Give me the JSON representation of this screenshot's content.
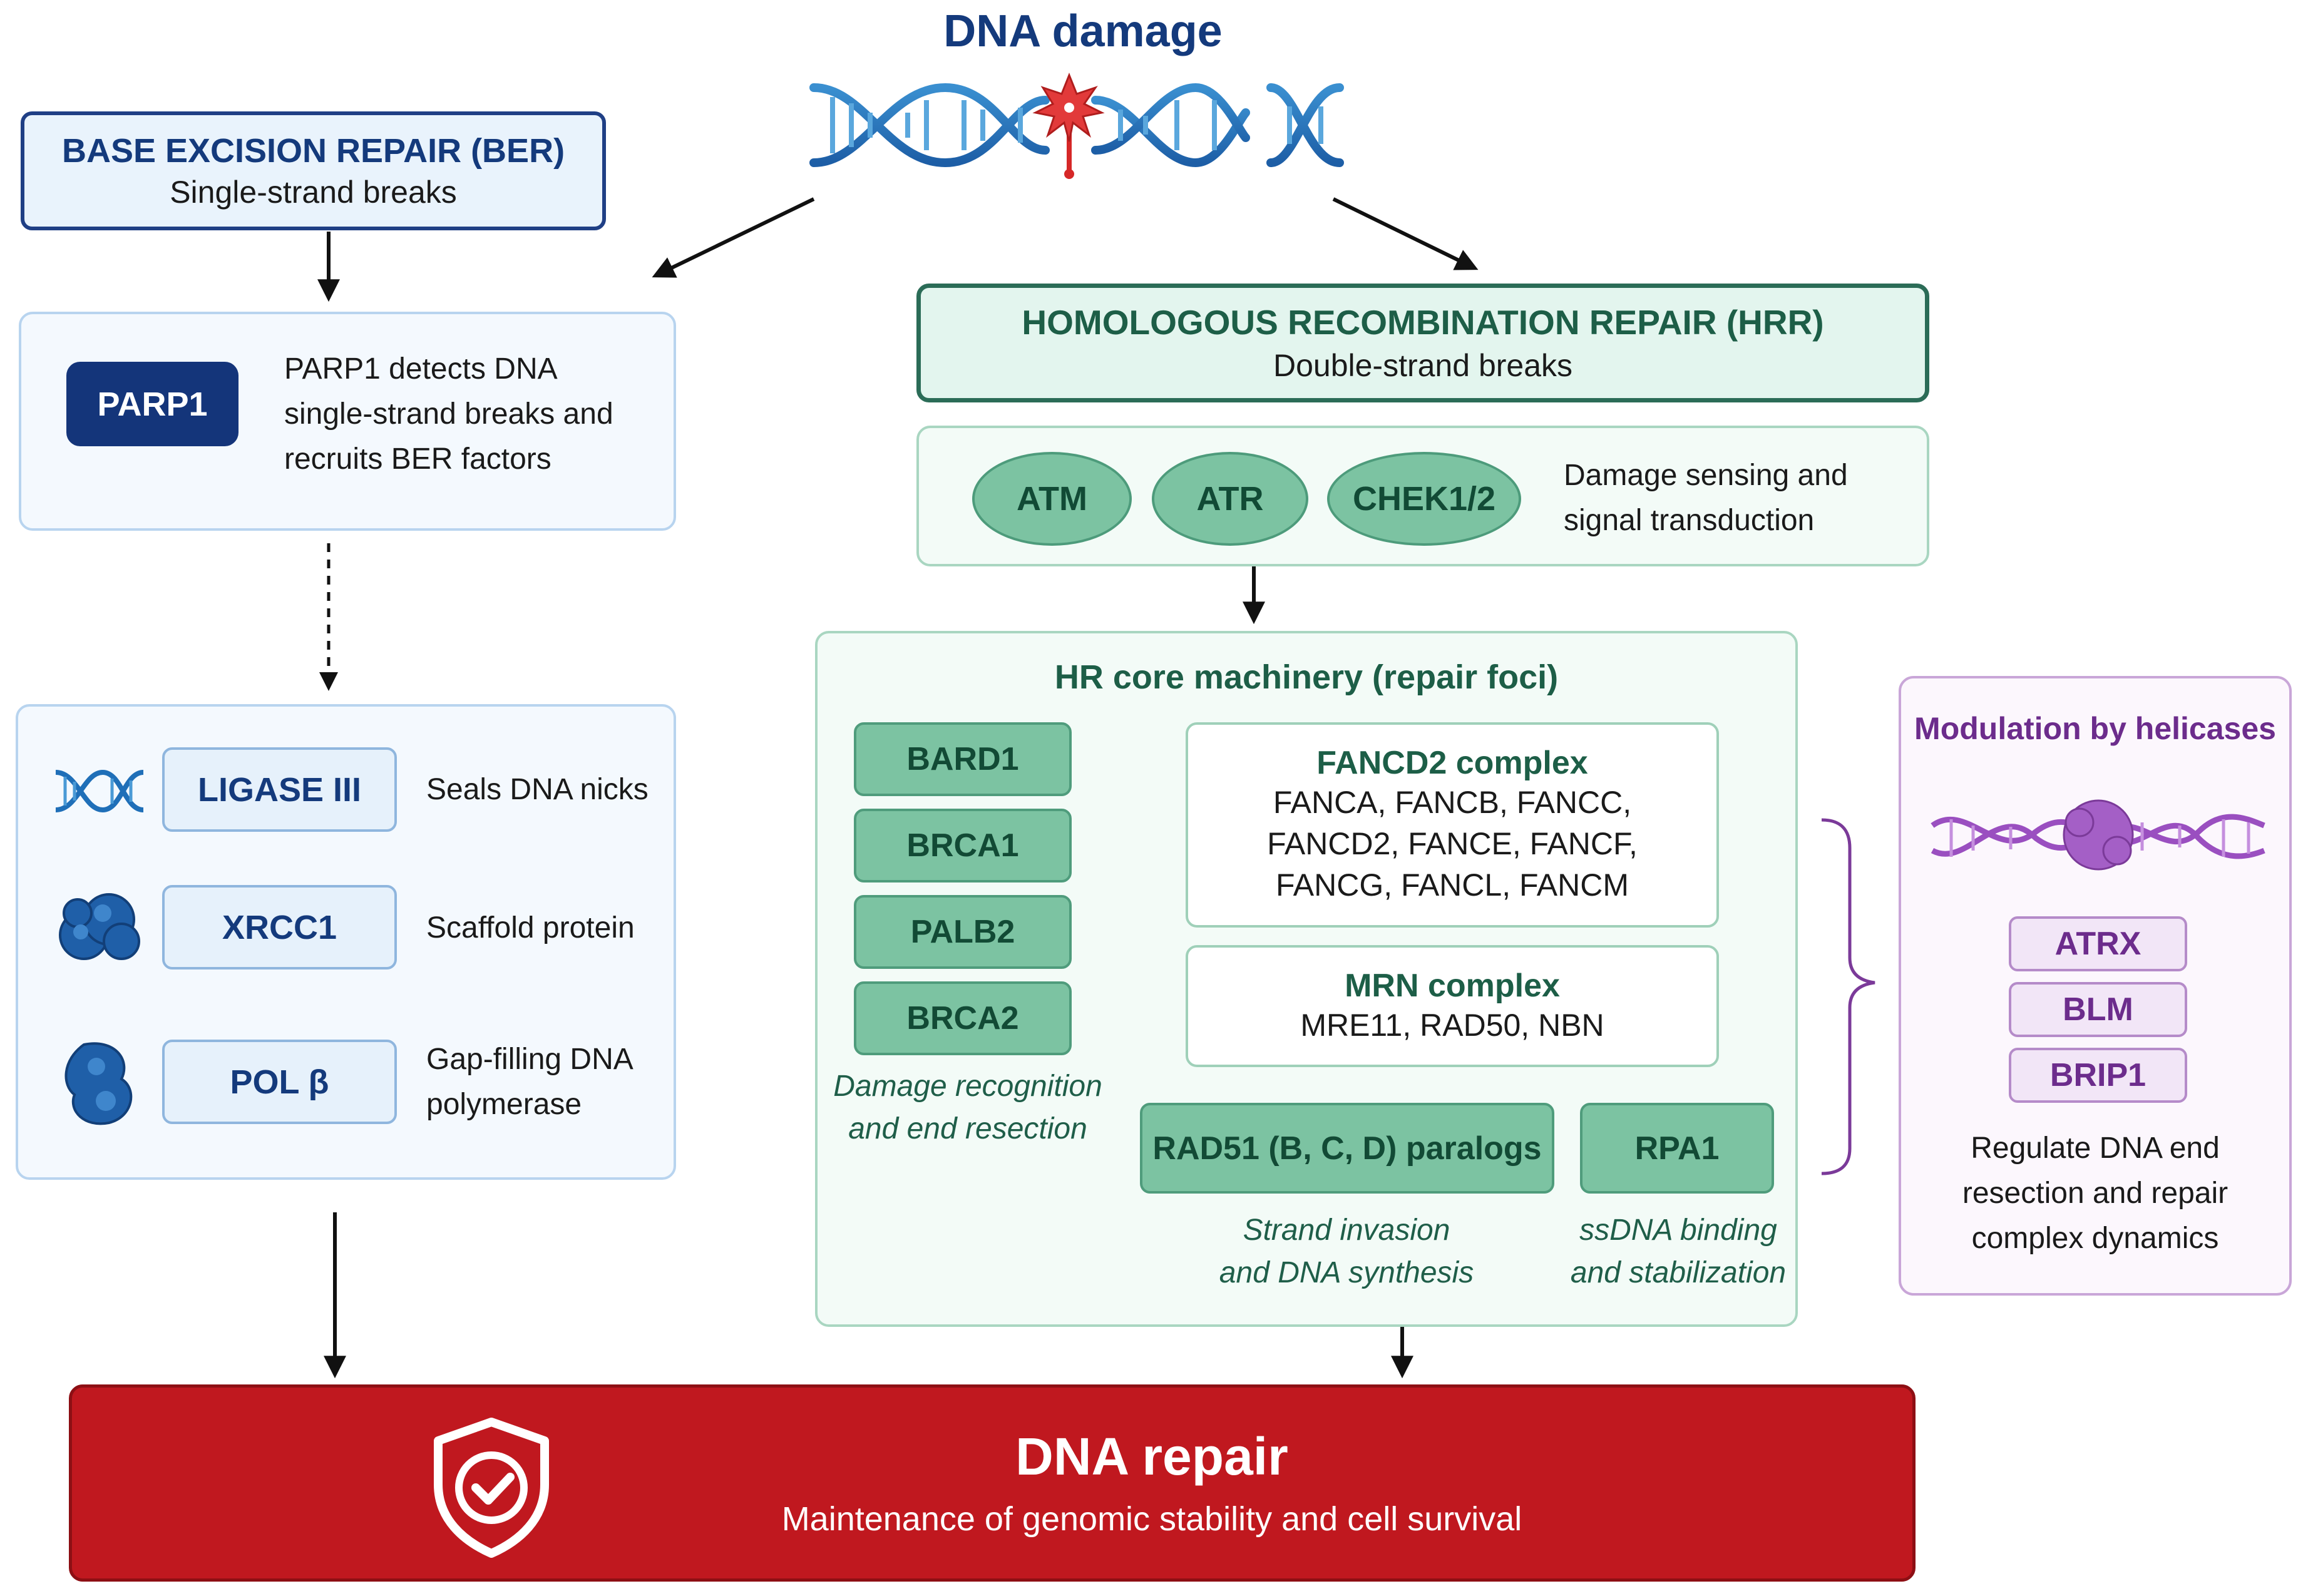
{
  "title": "DNA damage",
  "ber": {
    "header_title": "BASE EXCISION REPAIR (BER)",
    "header_subtitle": "Single-strand breaks",
    "parp1_label": "PARP1",
    "parp1_desc": [
      "PARP1 detects DNA",
      "single-strand breaks and",
      "recruits BER factors"
    ],
    "factors": [
      {
        "label": "LIGASE III",
        "desc": [
          "Seals DNA nicks"
        ],
        "icon": "dna-helix-icon"
      },
      {
        "label": "XRCC1",
        "desc": [
          "Scaffold protein"
        ],
        "icon": "protein-icon"
      },
      {
        "label": "POL β",
        "desc": [
          "Gap-filling DNA",
          "polymerase"
        ],
        "icon": "polymerase-icon"
      }
    ]
  },
  "hrr": {
    "header_title": "HOMOLOGOUS RECOMBINATION REPAIR (HRR)",
    "header_subtitle": "Double-strand breaks",
    "sensors": [
      "ATM",
      "ATR",
      "CHEK1/2"
    ],
    "sensors_desc": [
      "Damage sensing and",
      "signal transduction"
    ],
    "core_title": "HR core machinery (repair foci)",
    "recognition_proteins": [
      "BARD1",
      "BRCA1",
      "PALB2",
      "BRCA2"
    ],
    "recognition_caption": [
      "Damage recognition",
      "and end resection"
    ],
    "fancd2": {
      "title": "FANCD2 complex",
      "lines": [
        "FANCA, FANCB, FANCC,",
        "FANCD2, FANCE, FANCF,",
        "FANCG, FANCL, FANCM"
      ]
    },
    "mrn": {
      "title": "MRN complex",
      "lines": [
        "MRE11, RAD50, NBN"
      ]
    },
    "rad51_label": "RAD51 (B, C, D) paralogs",
    "rad51_caption": [
      "Strand invasion",
      "and DNA synthesis"
    ],
    "rpa1_label": "RPA1",
    "rpa1_caption": [
      "ssDNA binding",
      "and stabilization"
    ]
  },
  "helicases": {
    "title": "Modulation by helicases",
    "items": [
      "ATRX",
      "BLM",
      "BRIP1"
    ],
    "desc": [
      "Regulate DNA end",
      "resection and repair",
      "complex dynamics"
    ]
  },
  "outcome": {
    "title": "DNA repair",
    "subtitle": "Maintenance of genomic stability and cell survival"
  },
  "colors": {
    "ber_navy": "#14357a",
    "hrr_green": "#2b6c57",
    "helicase_purple": "#6c2c8c",
    "repair_red": "#c0181f",
    "damage_red": "#e23a3a"
  }
}
